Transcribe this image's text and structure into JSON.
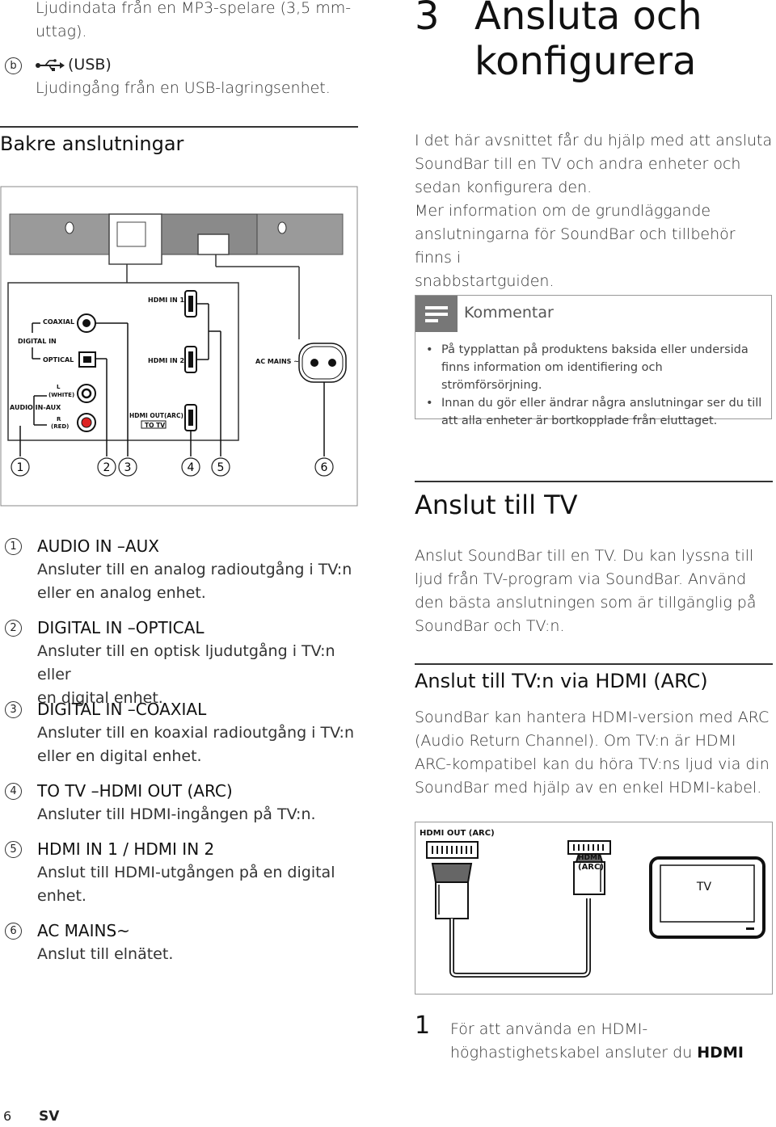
{
  "left_top": {
    "line1": "Ljudindata från en MP3-spelare (3,5 mm-",
    "line2": "uttag).",
    "usb_num": "b",
    "usb_label": "(USB)",
    "usb_desc": "Ljudingång från en USB-lagringsenhet."
  },
  "rear_section": {
    "title": "Bakre anslutningar",
    "diagram_labels": {
      "hdmi_in1": "HDMI IN 1",
      "hdmi_in2": "HDMI IN 2",
      "coaxial": "COAXIAL",
      "digital_in": "DIGITAL IN",
      "optical": "OPTICAL",
      "l": "L",
      "white": "(WHITE)",
      "audio_in_aux": "AUDIO  IN-AUX",
      "r": "R",
      "red": "(RED)",
      "hdmi_out_arc": "HDMI OUT(ARC)",
      "to_tv": "TO TV",
      "ac_mains": "AC MAINS ~"
    },
    "callouts": [
      "1",
      "2",
      "3",
      "4",
      "5",
      "6"
    ]
  },
  "connector_list": [
    {
      "num": "1",
      "title": "AUDIO IN –AUX",
      "desc": [
        "Ansluter till en analog radioutgång i TV:n",
        "eller en analog enhet."
      ]
    },
    {
      "num": "2",
      "title": "DIGITAL IN –OPTICAL",
      "desc": [
        "Ansluter till en optisk ljudutgång i TV:n eller",
        "en digital enhet."
      ]
    },
    {
      "num": "3",
      "title": "DIGITAL IN –COAXIAL",
      "desc": [
        "Ansluter till en koaxial radioutgång i TV:n",
        "eller en digital enhet."
      ]
    },
    {
      "num": "4",
      "title": "TO TV –HDMI OUT (ARC)",
      "desc": [
        "Ansluter till HDMI-ingången på TV:n."
      ]
    },
    {
      "num": "5",
      "title": "HDMI IN 1 / HDMI IN 2",
      "desc": [
        "Anslut till HDMI-utgången på en digital",
        "enhet."
      ]
    },
    {
      "num": "6",
      "title": "AC MAINS~",
      "desc": [
        "Anslut till elnätet."
      ]
    }
  ],
  "chapter": {
    "number": "3",
    "title_line1": "Ansluta och",
    "title_line2": "konfigurera",
    "intro": [
      "I det här avsnittet får du hjälp med att ansluta",
      "SoundBar till en TV och andra enheter och",
      "sedan konfigurera den.",
      "Mer information om de grundläggande",
      "anslutningarna för SoundBar och tillbehör finns i",
      "snabbstartguiden."
    ]
  },
  "note": {
    "title": "Kommentar",
    "bullets": [
      [
        "På typplattan på produktens baksida eller undersida",
        "finns information om identifiering och strömförsörjning."
      ],
      [
        "Innan du gör eller ändrar några anslutningar ser du till",
        "att alla enheter är bortkopplade från eluttaget."
      ]
    ]
  },
  "connect_tv": {
    "heading": "Anslut till TV",
    "body": [
      "Anslut SoundBar till en TV. Du kan lyssna till",
      "ljud från TV-program via SoundBar. Använd",
      "den bästa anslutningen som är tillgänglig på",
      "SoundBar och TV:n."
    ]
  },
  "connect_hdmi": {
    "heading": "Anslut till TV:n via HDMI (ARC)",
    "body": [
      "SoundBar kan hantera HDMI-version med ARC",
      "(Audio Return Channel). Om TV:n är HDMI",
      "ARC-kompatibel kan du höra TV:ns ljud via din",
      "SoundBar med hjälp av en enkel HDMI-kabel."
    ],
    "diagram": {
      "hdmi_out_arc": "HDMI OUT (ARC)",
      "hdmi": "HDMI",
      "arc": "(ARC)",
      "tv": "TV"
    }
  },
  "step": {
    "num": "1",
    "line1": "För att använda en HDMI-",
    "line2_text": "höghastighetskabel ansluter du ",
    "line2_bold": "HDMI"
  },
  "footer": {
    "page": "6",
    "lang": "SV"
  }
}
